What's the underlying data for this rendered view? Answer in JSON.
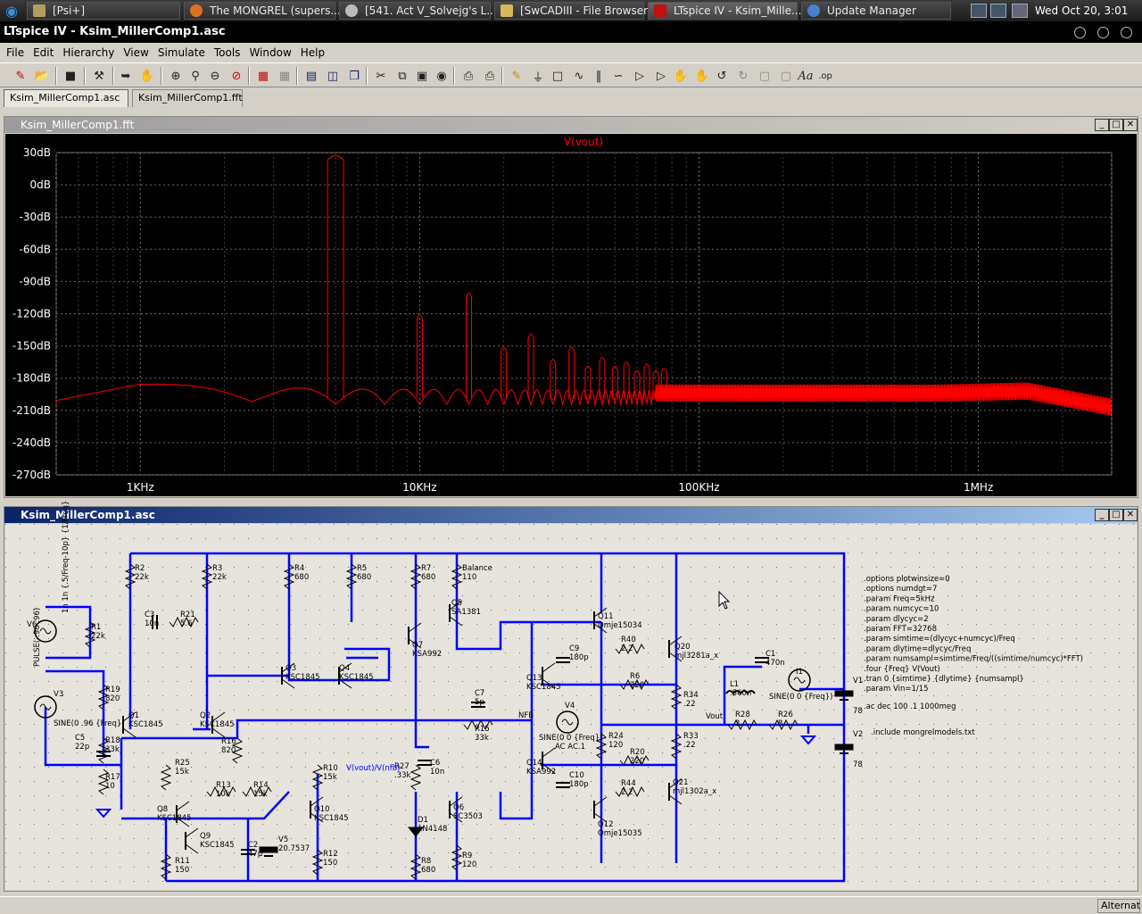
{
  "taskbar": {
    "tasks": [
      {
        "label": "[Psi+]",
        "icon": "star-icon",
        "color": "#b0a060"
      },
      {
        "label": "The MONGREL (supers...",
        "icon": "firefox-icon",
        "color": "#e07020"
      },
      {
        "label": "[541. Act V_Solvejg's L...",
        "icon": "media-icon",
        "color": "#bbbbbb"
      },
      {
        "label": "[SwCADIII - File Browser]",
        "icon": "folder-icon",
        "color": "#d9b85a"
      },
      {
        "label": "LTspice IV - Ksim_Mille...",
        "icon": "ltspice-icon",
        "color": "#c01010"
      },
      {
        "label": "Update Manager",
        "icon": "update-icon",
        "color": "#4a80d0"
      }
    ],
    "clock": "Wed Oct 20,  3:01 AM"
  },
  "window": {
    "title": "LTspice IV - Ksim_MillerComp1.asc"
  },
  "menu": [
    "File",
    "Edit",
    "Hierarchy",
    "View",
    "Simulate",
    "Tools",
    "Window",
    "Help"
  ],
  "toolbar_icons": [
    "new-schematic-icon",
    "open-icon",
    "save-icon",
    "control-panel-icon",
    "run-icon",
    "halt-icon",
    "zoom-in-icon",
    "zoom-out-icon",
    "zoom-fit-icon",
    "zoom-cancel-icon",
    "autorange-icon",
    "grid-icon",
    "tile-horizontal-icon",
    "tile-vertical-icon",
    "cascade-icon",
    "cut-icon",
    "copy-icon",
    "paste-icon",
    "find-icon",
    "print-preview-icon",
    "print-icon",
    "wire-icon",
    "ground-icon",
    "label-net-icon",
    "resistor-icon",
    "capacitor-icon",
    "inductor-icon",
    "diode-icon",
    "component-icon",
    "move-icon",
    "drag-icon",
    "undo-icon",
    "redo-icon",
    "rotate-icon",
    "mirror-icon",
    "text-icon",
    "spice-directive-icon"
  ],
  "tabs": [
    "Ksim_MillerComp1.asc",
    "Ksim_MillerComp1.fft"
  ],
  "fft_window": {
    "title": "Ksim_MillerComp1.fft"
  },
  "schematic_window": {
    "title": "Ksim_MillerComp1.asc"
  },
  "colors": {
    "trace": "#ff0000",
    "plot_bg": "#000000",
    "grid": "#505050",
    "wire": "#0000ff",
    "component": "#000080",
    "axis_text": "#ffffff"
  },
  "chart_data": {
    "type": "line",
    "title": "V(vout)",
    "xscale": "log",
    "xlim": [
      500,
      3000000
    ],
    "ylim": [
      -270,
      30
    ],
    "xticks": [
      "1KHz",
      "10KHz",
      "100KHz",
      "1MHz"
    ],
    "yticks": [
      "30dB",
      "0dB",
      "-30dB",
      "-60dB",
      "-90dB",
      "-120dB",
      "-150dB",
      "-180dB",
      "-210dB",
      "-240dB",
      "-270dB"
    ],
    "series": [
      {
        "name": "V(vout)",
        "color": "#ff0000",
        "harmonics": [
          {
            "f": 5000,
            "db": 28
          },
          {
            "f": 10000,
            "db": -120
          },
          {
            "f": 15000,
            "db": -100
          },
          {
            "f": 20000,
            "db": -150
          },
          {
            "f": 25000,
            "db": -138
          },
          {
            "f": 30000,
            "db": -162
          },
          {
            "f": 35000,
            "db": -150
          },
          {
            "f": 40000,
            "db": -168
          },
          {
            "f": 45000,
            "db": -160
          },
          {
            "f": 50000,
            "db": -168
          },
          {
            "f": 55000,
            "db": -164
          },
          {
            "f": 60000,
            "db": -172
          },
          {
            "f": 65000,
            "db": -166
          },
          {
            "f": 70000,
            "db": -172
          },
          {
            "f": 75000,
            "db": -170
          }
        ],
        "noise_floor": [
          {
            "f": 500,
            "db": -195
          },
          {
            "f": 1000,
            "db": -185
          },
          {
            "f": 5000,
            "db": -190
          },
          {
            "f": 100000,
            "db": -192
          },
          {
            "f": 700000,
            "db": -192
          },
          {
            "f": 1500000,
            "db": -190
          },
          {
            "f": 3000000,
            "db": -205
          }
        ]
      }
    ]
  },
  "schematic": {
    "components": [
      {
        "ref": "R2",
        "value": "22k"
      },
      {
        "ref": "R3",
        "value": "22k"
      },
      {
        "ref": "R4",
        "value": "680"
      },
      {
        "ref": "R5",
        "value": "680"
      },
      {
        "ref": "R7",
        "value": "680"
      },
      {
        "ref": "Balance",
        "value": "110"
      },
      {
        "ref": "C3",
        "value": "10n"
      },
      {
        "ref": "R21",
        "value": "5.6"
      },
      {
        "ref": "R1",
        "value": "22k"
      },
      {
        "ref": "Q1",
        "value": "KSC1845"
      },
      {
        "ref": "Q2",
        "value": "KSC1845"
      },
      {
        "ref": "Q3",
        "value": "KSC1845"
      },
      {
        "ref": "Q4",
        "value": "KSC1845"
      },
      {
        "ref": "Q5",
        "value": "SA1381"
      },
      {
        "ref": "Q7",
        "value": "KSA992"
      },
      {
        "ref": "Q11",
        "value": "Qmje15034"
      },
      {
        "ref": "Q20",
        "value": "mjl3281a_x"
      },
      {
        "ref": "Q13",
        "value": "KSC1845"
      },
      {
        "ref": "Q14",
        "value": "KSA992"
      },
      {
        "ref": "Q12",
        "value": "Qmje15035"
      },
      {
        "ref": "Q21",
        "value": "mjl1302a_x"
      },
      {
        "ref": "Q6",
        "value": "SC3503"
      },
      {
        "ref": "Q8",
        "value": "KSC1845"
      },
      {
        "ref": "Q9",
        "value": "KSC1845"
      },
      {
        "ref": "Q10",
        "value": "KSC1845"
      },
      {
        "ref": "R19",
        "value": "820"
      },
      {
        "ref": "R18",
        "value": "33k"
      },
      {
        "ref": "R17",
        "value": "10"
      },
      {
        "ref": "C5",
        "value": "22p"
      },
      {
        "ref": "R16",
        "value": "820"
      },
      {
        "ref": "R25",
        "value": "15k"
      },
      {
        "ref": "R13",
        "value": "10k"
      },
      {
        "ref": "R14",
        "value": "15k"
      },
      {
        "ref": "R10",
        "value": "15k"
      },
      {
        "ref": "R11",
        "value": "150"
      },
      {
        "ref": "C2",
        "value": "47µ"
      },
      {
        "ref": "V5",
        "value": "20.7537"
      },
      {
        "ref": "R12",
        "value": "150"
      },
      {
        "ref": "R27",
        "value": ".33k"
      },
      {
        "ref": "C6",
        "value": "10n"
      },
      {
        "ref": "D1",
        "value": "1N4148"
      },
      {
        "ref": "R8",
        "value": "680"
      },
      {
        "ref": "R9",
        "value": "120"
      },
      {
        "ref": "C7",
        "value": "5p"
      },
      {
        "ref": "R15",
        "value": "33k"
      },
      {
        "ref": "C9",
        "value": "180p"
      },
      {
        "ref": "C10",
        "value": "180p"
      },
      {
        "ref": "R40",
        "value": "2.2"
      },
      {
        "ref": "R6",
        "value": "220"
      },
      {
        "ref": "R24",
        "value": "120"
      },
      {
        "ref": "R20",
        "value": "220"
      },
      {
        "ref": "R44",
        "value": "2.2"
      },
      {
        "ref": "R34",
        "value": ".22"
      },
      {
        "ref": "R33",
        "value": ".22"
      },
      {
        "ref": "L1",
        "value": ".560n"
      },
      {
        "ref": "R28",
        "value": "2"
      },
      {
        "ref": "R26",
        "value": "8"
      },
      {
        "ref": "C1",
        "value": "470n"
      },
      {
        "ref": "I1",
        "value": "SINE(0 0 {Freq})"
      },
      {
        "ref": "V1",
        "value": "78"
      },
      {
        "ref": "V2",
        "value": "78"
      },
      {
        "ref": "V4",
        "value": "SINE(0 0 {Freq})"
      },
      {
        "ref": "V3",
        "value": "SINE(0 .96 {Freq})"
      },
      {
        "ref": "V6",
        "value": "PULSE(-.96 .96)"
      }
    ],
    "net_labels": [
      "Vout",
      "NFB"
    ],
    "probe_label": "V(vout)/V(nfb)",
    "v4_ac": "AC AC.1",
    "v6_pulse": "1n 1n {.5/Freq-10p} {1/Freq}",
    "directives": [
      ".options plotwinsize=0",
      ".options numdgt=7",
      ".param Freq=5kHz",
      ".param numcyc=10",
      ".param dlycyc=2",
      ".param FFT=32768",
      ".param simtime=(dlycyc+numcyc)/Freq",
      ".param dlytime=dlycyc/Freq",
      ".param numsampl=simtime/Freq/((simtime/numcyc)*FFT)",
      ".four {Freq} V(Vout)",
      ".tran 0 {simtime} {dlytime} {numsampl}",
      ".param Vin=1/15",
      ".ac dec 100 .1 1000meg",
      ".include mongrelmodels.txt"
    ]
  },
  "status": {
    "right": "Alternat"
  }
}
